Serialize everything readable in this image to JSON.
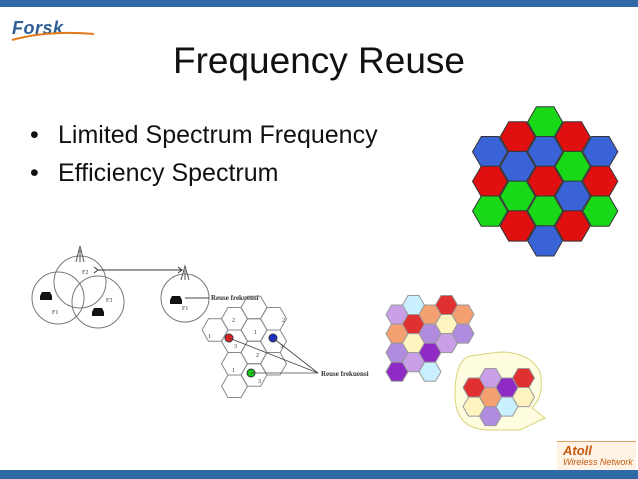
{
  "header": {
    "logo_text": "Forsk"
  },
  "slide": {
    "title": "Frequency Reuse",
    "bullets": [
      {
        "marker": "•",
        "text": "Limited Spectrum Frequency"
      },
      {
        "marker": "•",
        "text": "Efficiency Spectrum"
      }
    ]
  },
  "diagram_left": {
    "cell_labels": [
      "F2",
      "F1",
      "F3",
      "F1"
    ],
    "reuse_label": "Reuse frekuensi"
  },
  "diagram_mid": {
    "hex_numbers": [
      "2",
      "2",
      "1",
      "1",
      "3",
      "3",
      "2",
      "1",
      "3"
    ],
    "reuse_label": "Reuse frekuensi"
  },
  "footer": {
    "atoll_name": "Atoll",
    "atoll_subtitle": "Wireless Network"
  },
  "colors": {
    "bar_blue": "#2f6aa6",
    "hex_red": "#e01010",
    "hex_green": "#18d818",
    "hex_blue": "#3a63d8"
  }
}
